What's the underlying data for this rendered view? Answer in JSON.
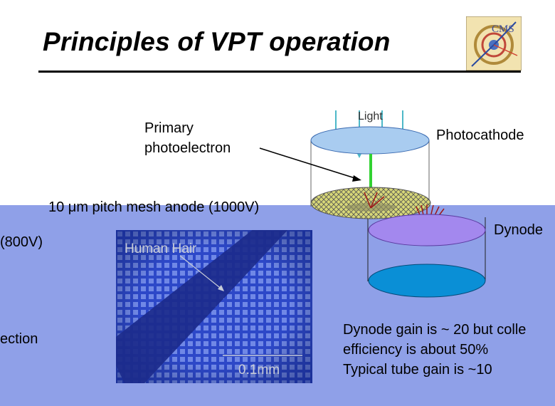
{
  "title": "Principles of VPT operation",
  "labels": {
    "light": "Light",
    "photocathode": "Photocathode",
    "primary_photoelectron": [
      "Primary",
      "photoelectron"
    ],
    "mesh_anode": "10 μm pitch mesh anode (1000V)",
    "dynode": "Dynode",
    "dynode_voltage": "(800V)",
    "collection_fragment": "ection"
  },
  "gain_notes": [
    "Dynode gain is ~ 20 but colle",
    "efficiency is about 50%",
    "Typical tube gain is ~10"
  ],
  "micrograph": {
    "caption": "Human Hair",
    "scale": "0.1mm"
  },
  "logo": {
    "text": "CMS"
  },
  "colors": {
    "panel": "#8fa0e8",
    "photocathode": "#a9ccf0",
    "mesh": "#d8d878",
    "dynode": "#a388ee",
    "anode_bottom": "#0a8fd6",
    "light_ray": "#4db8c8",
    "electron_path": "#32d232"
  }
}
